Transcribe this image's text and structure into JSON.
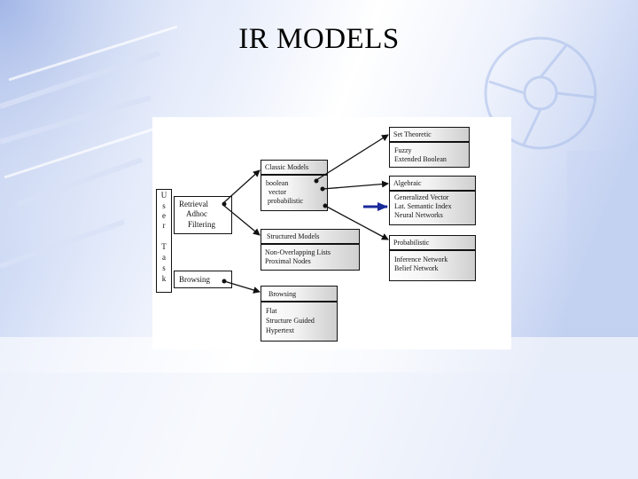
{
  "title": "IR MODELS",
  "user_task": {
    "letters": [
      "U",
      "s",
      "e",
      "r",
      "T",
      "a",
      "s",
      "k"
    ]
  },
  "task_boxes": {
    "retrieval": [
      "Retrieval",
      "Adhoc",
      "Filtering"
    ],
    "browsing": "Browsing"
  },
  "classic_models": {
    "header": "Classic Models",
    "items": [
      "boolean",
      "vector",
      "probabilistic"
    ]
  },
  "structured_models": {
    "header": "Structured Models",
    "items": [
      "Non-Overlapping Lists",
      "Proximal Nodes"
    ]
  },
  "browsing_models": {
    "header": "Browsing",
    "items": [
      "Flat",
      "Structure Guided",
      "Hypertext"
    ]
  },
  "set_theoretic": {
    "header": "Set Theoretic",
    "items": [
      "Fuzzy",
      "Extended Boolean"
    ]
  },
  "algebraic": {
    "header": "Algebraic",
    "items": [
      "Generalized Vector",
      "Lat. Semantic Index",
      "Neural Networks"
    ]
  },
  "probabilistic": {
    "header": "Probabilistic",
    "items": [
      "Inference Network",
      "Belief Network"
    ]
  },
  "colors": {
    "accent_arrow": "#1a2a9a",
    "background_tint": "#c9d6f2"
  }
}
